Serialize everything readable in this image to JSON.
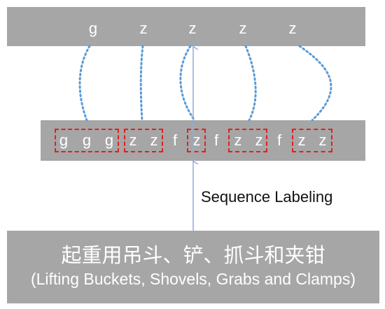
{
  "top_tokens": [
    "g",
    "z",
    "z",
    "z",
    "z"
  ],
  "mid_tokens": [
    "g",
    "g",
    "g",
    "z",
    "z",
    "f",
    "z",
    "f",
    "z",
    "z",
    "f",
    "z",
    "z"
  ],
  "arrow_label": "Sequence Labeling",
  "input_text_cn": "起重用吊斗、铲、抓斗和夹钳",
  "input_text_en": "(Lifting Buckets, Shovels, Grabs and Clamps)",
  "colors": {
    "bar": "#a6a6a6",
    "dashed_group": "#e02020",
    "dotted_link": "#5b9bd5",
    "arrow": "#8faadc"
  }
}
